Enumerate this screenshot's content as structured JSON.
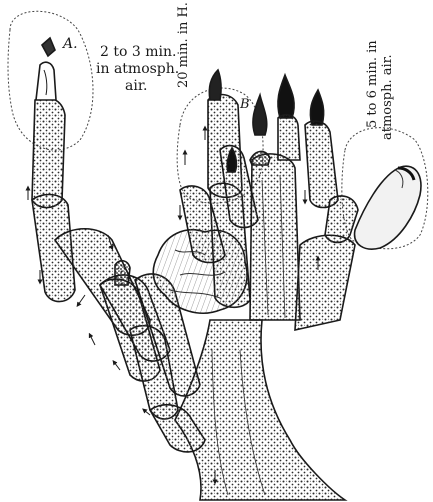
{
  "figure": {
    "label_a": "A.",
    "label_b": "B",
    "note_a_line1": "2 to 3 min.",
    "note_a_line2": "in atmosph.",
    "note_a_line3": "air.",
    "note_b": "20 min. in H.",
    "note_c_line1": "5 to 6 min. in",
    "note_c_line2": "atmosph. air."
  },
  "colors": {
    "ink": "#1a1a1a",
    "paper": "#ffffff",
    "dots": "#2b2b2b"
  }
}
